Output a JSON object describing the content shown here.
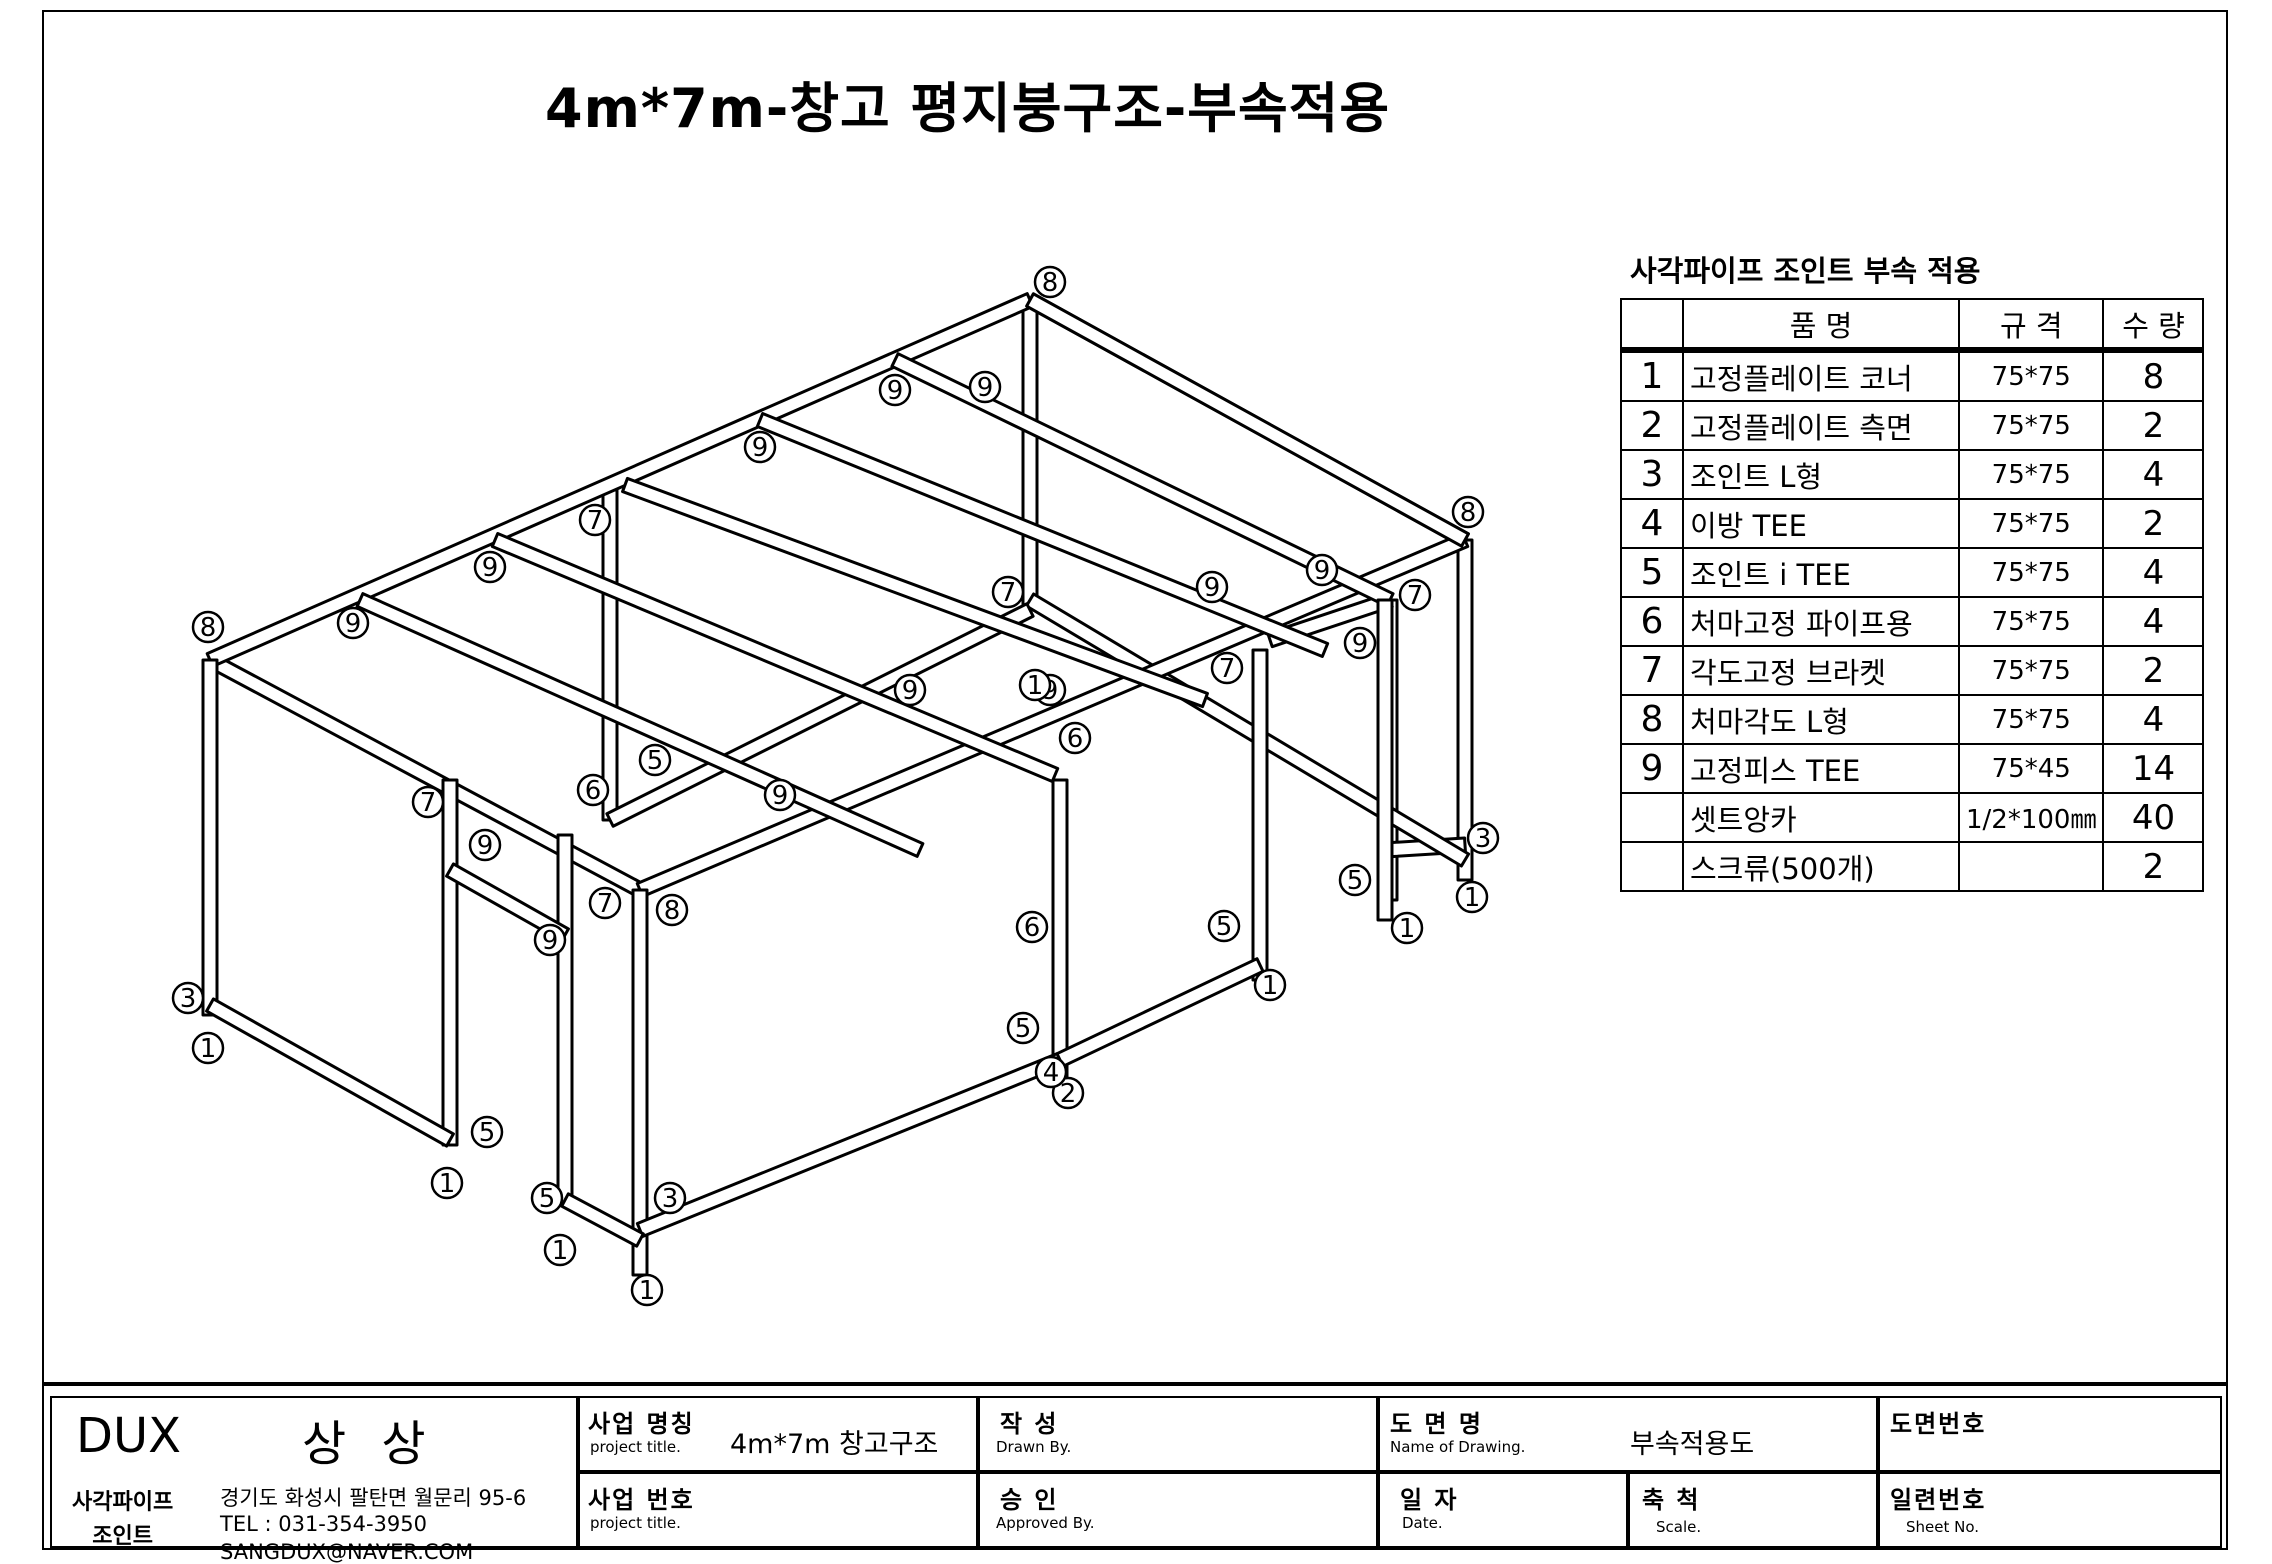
{
  "title": "4m*7m-창고 평지붕구조-부속적용",
  "callout_numbers": [
    "1",
    "2",
    "3",
    "4",
    "5",
    "6",
    "7",
    "8",
    "9"
  ],
  "bom": {
    "title": "사각파이프 조인트 부속 적용",
    "headers": {
      "name": "품          명",
      "spec": "규    격",
      "qty": "수  량"
    },
    "rows": [
      {
        "no": "1",
        "name": "고정플레이트 코너",
        "spec": "75*75",
        "qty": "8"
      },
      {
        "no": "2",
        "name": "고정플레이트 측면",
        "spec": "75*75",
        "qty": "2"
      },
      {
        "no": "3",
        "name": "조인트 L형",
        "spec": "75*75",
        "qty": "4"
      },
      {
        "no": "4",
        "name": "이방 TEE",
        "spec": "75*75",
        "qty": "2"
      },
      {
        "no": "5",
        "name": "조인트 i TEE",
        "spec": "75*75",
        "qty": "4"
      },
      {
        "no": "6",
        "name": "처마고정 파이프용",
        "spec": "75*75",
        "qty": "4"
      },
      {
        "no": "7",
        "name": "각도고정 브라켓",
        "spec": "75*75",
        "qty": "2"
      },
      {
        "no": "8",
        "name": "처마각도 L형",
        "spec": "75*75",
        "qty": "4"
      },
      {
        "no": "9",
        "name": "고정피스 TEE",
        "spec": "75*45",
        "qty": "14"
      },
      {
        "no": "",
        "name": "셋트앙카",
        "spec": "1/2*100㎜",
        "qty": "40"
      },
      {
        "no": "",
        "name": "스크류(500개)",
        "spec": "",
        "qty": "2"
      }
    ]
  },
  "title_block": {
    "brand": "DUX",
    "brand_kr": "상 상",
    "company_label": "사각파이프\n조인트",
    "address": "경기도 화성시 팔탄면 월문리 95-6",
    "tel": "TEL : 031-354-3950",
    "email": "SANGDUX@NAVER.COM",
    "project_name_label": "사업 명칭",
    "project_name_sub": "project title.",
    "project_name_value": "4m*7m 창고구조",
    "project_no_label": "사업 번호",
    "project_no_sub": "project title.",
    "drawn_label": "작   성",
    "drawn_sub": "Drawn By.",
    "approved_label": "승   인",
    "approved_sub": "Approved By.",
    "drawing_name_label": "도  면  명",
    "drawing_name_sub": "Name of Drawing.",
    "drawing_name_value": "부속적용도",
    "date_label": "일   자",
    "date_sub": "Date.",
    "scale_label": "축   척",
    "scale_sub": "Scale.",
    "drawing_no_label": "도면번호",
    "sheet_no_label": "일련번호",
    "sheet_no_sub": "Sheet No."
  }
}
